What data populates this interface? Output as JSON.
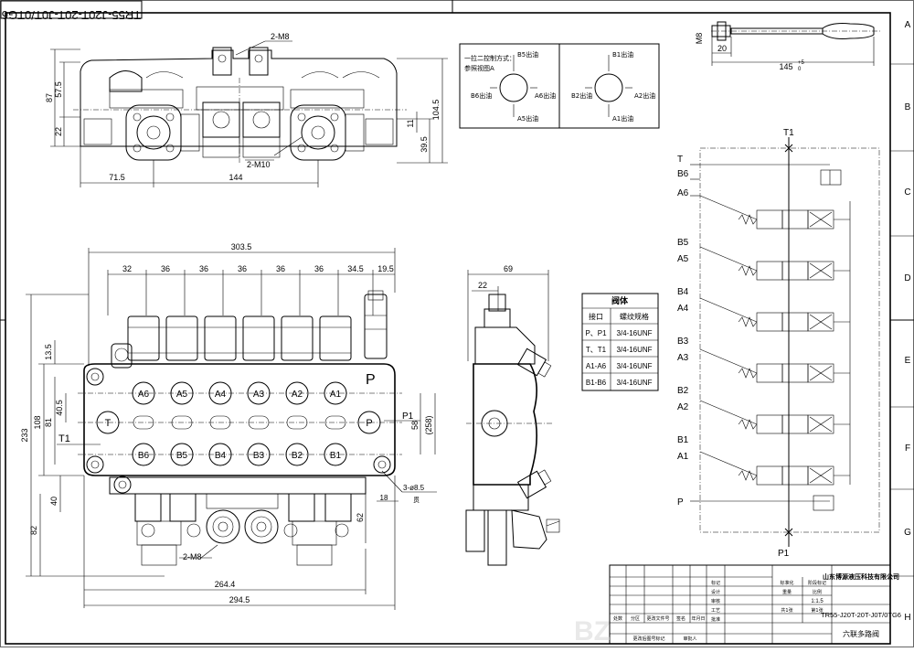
{
  "drawing": {
    "code": "TR55-J20T-20T-J0T/0TG6",
    "name": "六联多路阀",
    "company": "山东博源液压科技有限公司"
  },
  "grid": {
    "rows": [
      "A",
      "B",
      "C",
      "D",
      "E",
      "F",
      "G",
      "H"
    ]
  },
  "top_view": {
    "dims": {
      "h87": "87",
      "h57_5": "57.5",
      "h22": "22",
      "h104_5": "104.5",
      "h39_5": "39.5",
      "h11": "11",
      "w71_5": "71.5",
      "w144": "144"
    },
    "notes": {
      "m8_top": "2-M8",
      "m10": "2-M10"
    }
  },
  "operation_box": {
    "title_line1": "一拉二控制方式：",
    "title_line2": "参照视图A",
    "left": {
      "top": "B5出油",
      "bottom": "A5出油",
      "left": "B6出油",
      "right": "A6出油"
    },
    "right": {
      "top": "B1出油",
      "bottom": "A1出油",
      "left": "B2出油",
      "right": "A2出油"
    }
  },
  "handle": {
    "thread": "M8",
    "len20": "20",
    "len145": "145",
    "tol_upper": "+5",
    "tol_lower": "0"
  },
  "front_view": {
    "section_dims": [
      "32",
      "36",
      "36",
      "36",
      "36",
      "36",
      "34.5",
      "19.5"
    ],
    "dims": {
      "overall_w": "303.5",
      "h233": "233",
      "h108": "108",
      "h81": "81",
      "h40_5": "40.5",
      "h13_5": "13.5",
      "h40": "40",
      "h82": "82",
      "h58": "58",
      "h258": "(258)",
      "h62": "62",
      "w18": "18",
      "w264_4": "264.4",
      "w294_5": "294.5"
    },
    "notes": {
      "holes": "3-ø8.5",
      "hole_suffix": "贯",
      "m8_bottom": "2-M8"
    },
    "ports_a": [
      "A6",
      "A5",
      "A4",
      "A3",
      "A2",
      "A1"
    ],
    "ports_b": [
      "B6",
      "B5",
      "B4",
      "B3",
      "B2",
      "B1"
    ],
    "port_labels": {
      "t": "T",
      "t1": "T1",
      "p1": "P1",
      "p": "P"
    }
  },
  "side_view": {
    "dims": {
      "w69": "69",
      "w22": "22"
    }
  },
  "port_table": {
    "title": "阀体",
    "headers": [
      "接口",
      "螺纹规格"
    ],
    "rows": [
      [
        "P、P1",
        "3/4-16UNF"
      ],
      [
        "T、T1",
        "3/4-16UNF"
      ],
      [
        "A1-A6",
        "3/4-16UNF"
      ],
      [
        "B1-B6",
        "3/4-16UNF"
      ]
    ]
  },
  "schematic": {
    "top_label": "T1",
    "bottom_label": "P1",
    "left_labels": [
      "T",
      "B6",
      "A6",
      "B5",
      "A5",
      "B4",
      "A4",
      "B3",
      "A3",
      "B2",
      "A2",
      "B1",
      "A1",
      "P"
    ]
  },
  "title_block": {
    "left_rows": [
      "标记",
      "设计",
      "审核",
      "工艺",
      "批准"
    ],
    "col_labels": [
      "处数",
      "分区",
      "更改文件号",
      "签名",
      "年月日"
    ],
    "mid_labels": [
      "标准化",
      "阶段标记",
      "重量",
      "比例"
    ],
    "ratio": "1:1.5",
    "sheet_total": "共1张",
    "sheet_no": "第1张",
    "bottom_left": "更改后图号标记",
    "bottom_mid": "审批人"
  },
  "watermark": "BZ"
}
